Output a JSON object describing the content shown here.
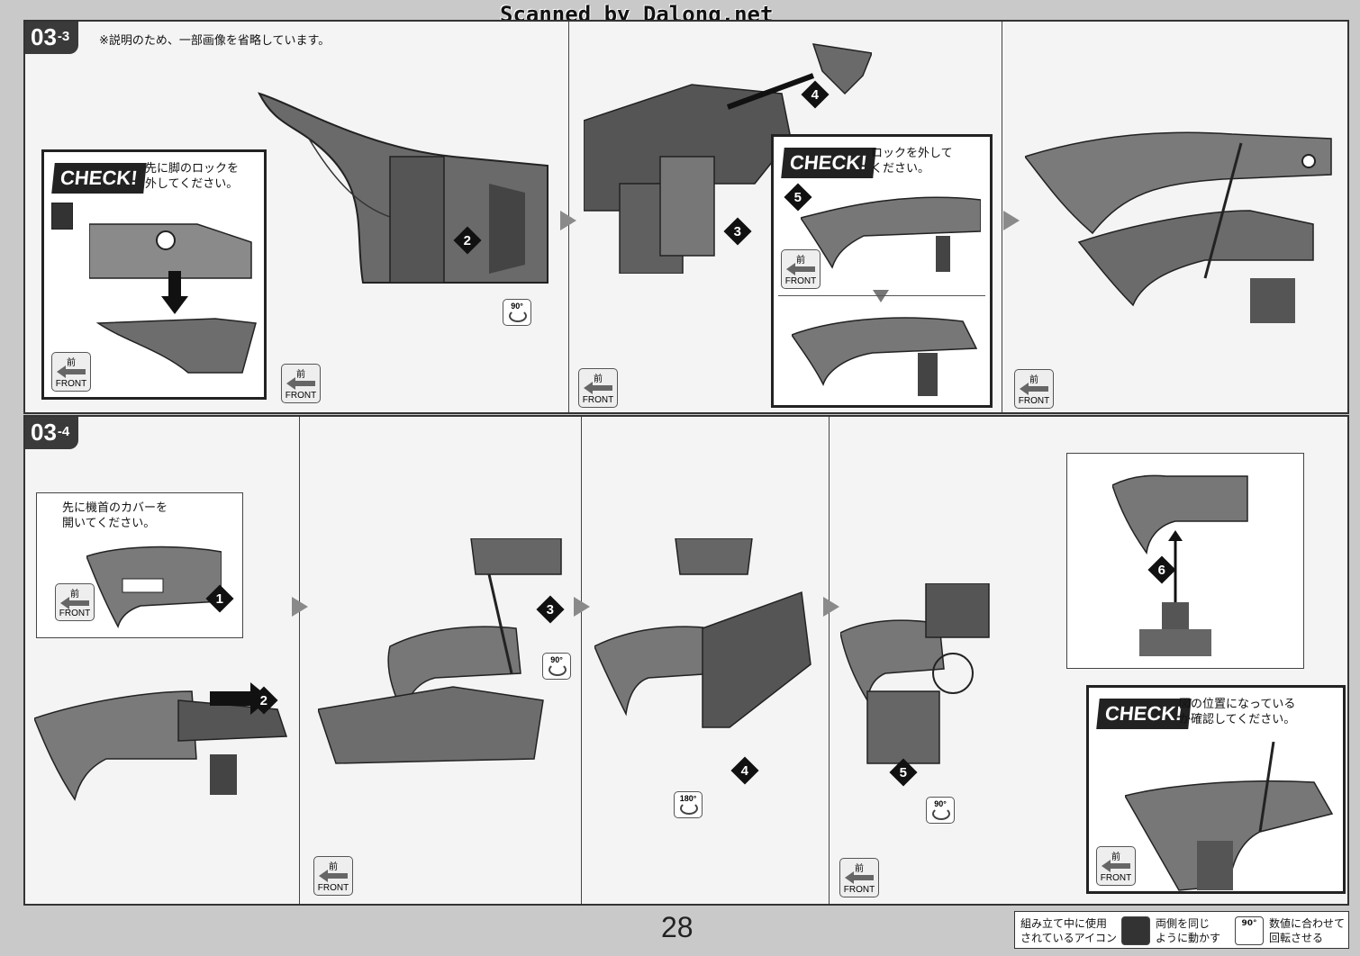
{
  "watermark": "Scanned by Dalong.net",
  "page_number": "28",
  "section1": {
    "step": "03",
    "sub": "-3",
    "note": "※説明のため、一部画像を省略しています。",
    "check1_label": "CHECK!",
    "check1_text": "先に脚のロックを\n外してください。",
    "check2_label": "CHECK!",
    "check2_text": "ロックを外して\nください。"
  },
  "section2": {
    "step": "03",
    "sub": "-4",
    "callout_text": "先に機首のカバーを\n開いてください。",
    "check_label": "CHECK!",
    "check_text": "図の位置になっている\nか確認してください。"
  },
  "front_icon": {
    "jp": "前",
    "en": "FRONT"
  },
  "rotations": {
    "r90": "90°",
    "r180": "180°"
  },
  "step_numbers": [
    "1",
    "2",
    "3",
    "4",
    "5",
    "6"
  ],
  "legend": {
    "title": "組み立て中に使用\nされているアイコン",
    "both_sides": "両側を同じ\nように動かす",
    "rotate": "数値に合わせて\n回転させる",
    "rotate_icon": "90°"
  },
  "colors": {
    "badge": "#3a3a3a",
    "check": "#222222",
    "page_bg": "#c9c9ca",
    "panel_bg": "#f4f4f4"
  }
}
